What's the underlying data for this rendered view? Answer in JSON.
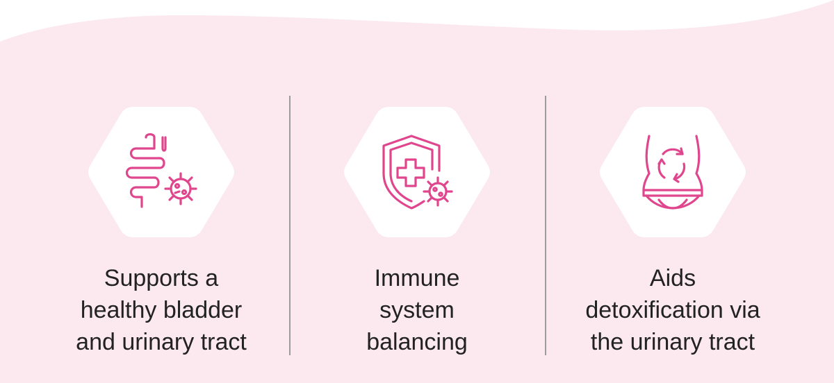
{
  "colors": {
    "background": "#fbe9ef",
    "accent": "#e0468d",
    "text": "#222222",
    "divider": "#9c9c9c",
    "hexagon": "#ffffff"
  },
  "benefits": [
    {
      "icon": "intestine-bacteria-icon",
      "lines": [
        "Supports a",
        "healthy bladder",
        "and urinary tract"
      ]
    },
    {
      "icon": "shield-virus-icon",
      "lines": [
        "Immune",
        "system",
        "balancing"
      ]
    },
    {
      "icon": "body-detox-cycle-icon",
      "lines": [
        "Aids",
        "detoxification via",
        "the urinary tract"
      ]
    }
  ]
}
